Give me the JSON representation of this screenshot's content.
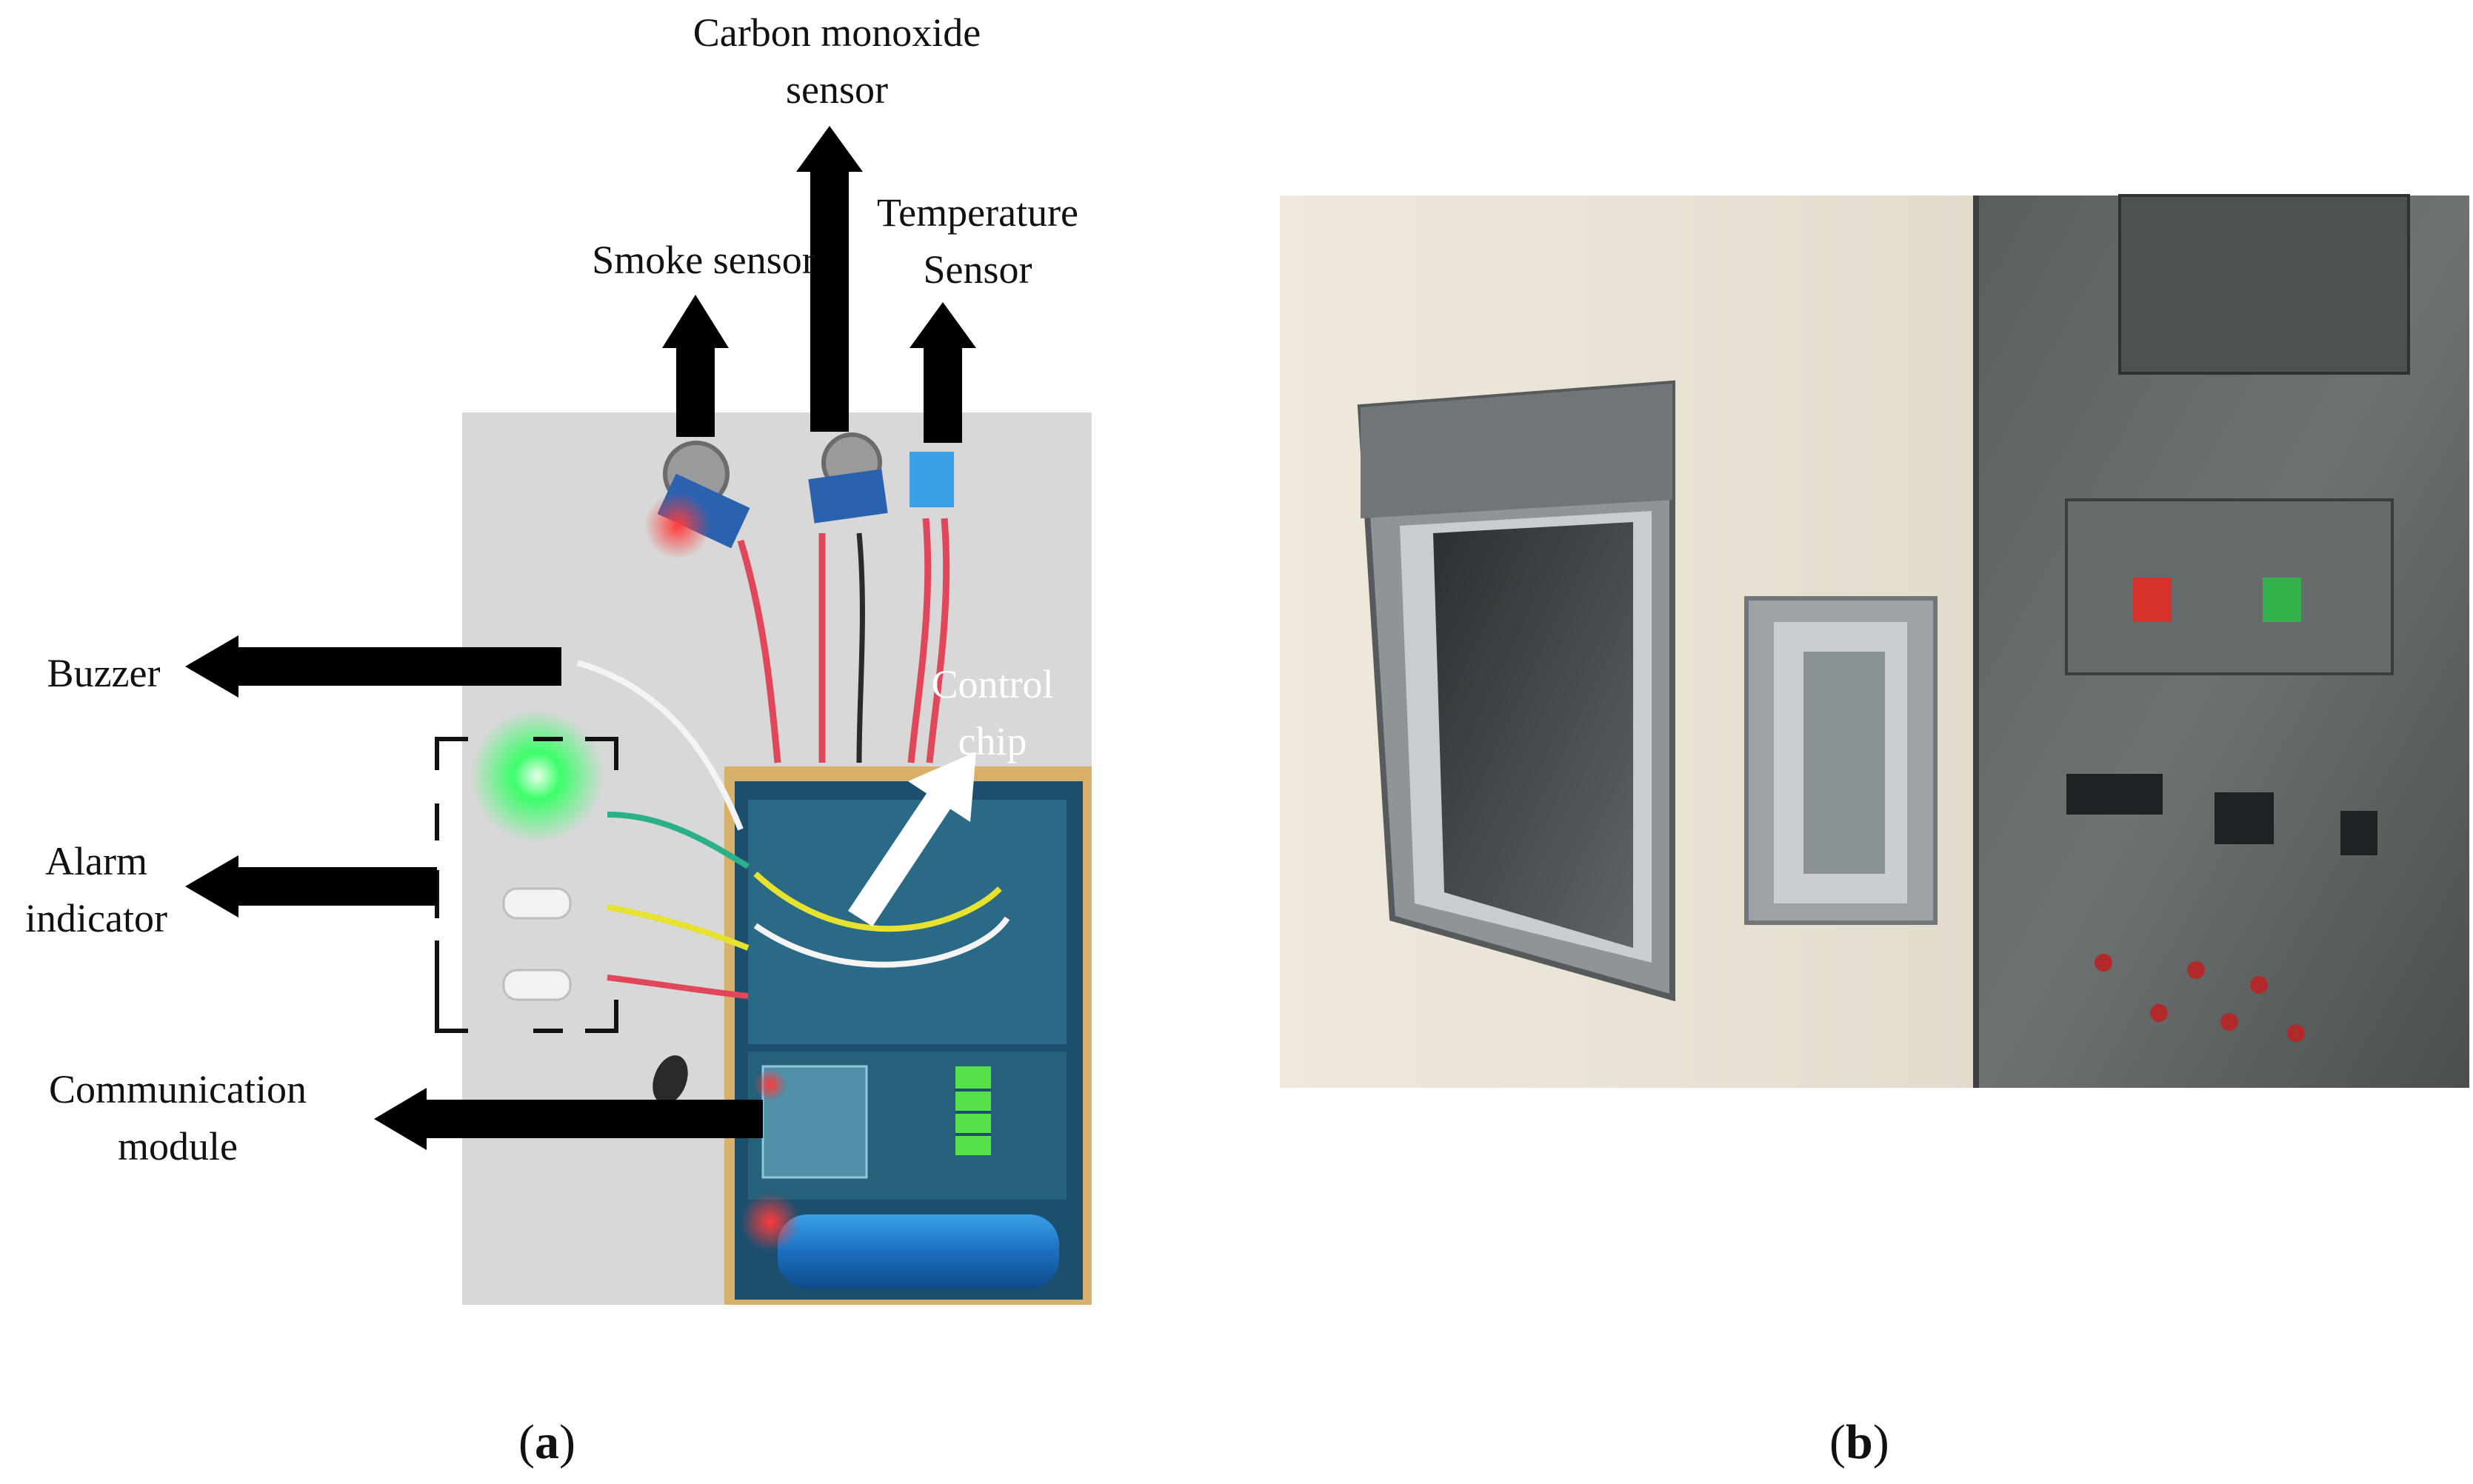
{
  "panel_a": {
    "labels": {
      "smoke": "Smoke sensor",
      "co_line1": "Carbon monoxide",
      "co_line2": "sensor",
      "temp_line1": "Temperature",
      "temp_line2": "Sensor",
      "buzzer": "Buzzer",
      "alarm_line1": "Alarm",
      "alarm_line2": "indicator",
      "comm_line1": "Communication",
      "comm_line2": "module",
      "chip_line1": "Control",
      "chip_line2": "chip"
    },
    "caption_letter": "a"
  },
  "panel_b": {
    "caption_letter": "b"
  }
}
